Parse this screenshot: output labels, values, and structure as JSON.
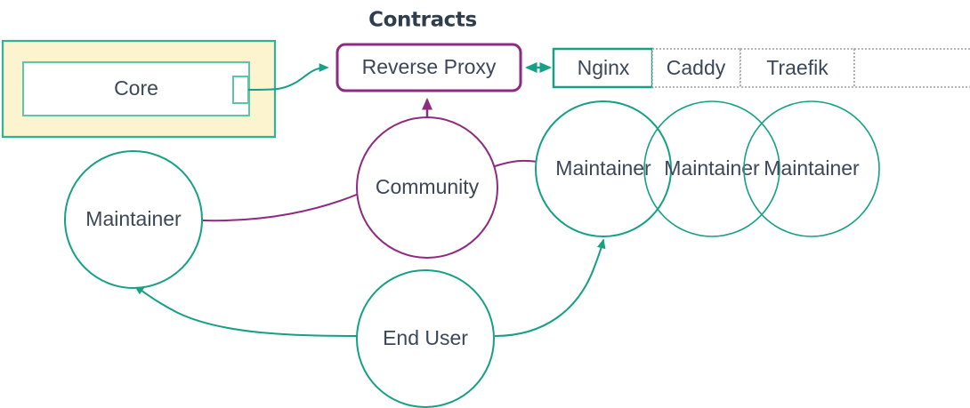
{
  "diagram": {
    "title": "Contracts",
    "colors": {
      "teal": "#16a085",
      "teal_light": "#2fb397",
      "purple": "#8e2b80",
      "text": "#3c4858",
      "yellow_fill": "#fcf3cf",
      "dotted_gray": "#9aa0a6",
      "background": "#ffffff"
    },
    "package": {
      "label": "Core",
      "port_name": "core-port"
    },
    "boxes": [
      {
        "id": "reverse-proxy",
        "label": "Reverse Proxy",
        "style": "rounded-purple"
      }
    ],
    "table": {
      "name": "implementations-table",
      "cells": [
        {
          "label": "Nginx",
          "border": "solid-teal"
        },
        {
          "label": "Caddy",
          "border": "dotted-gray"
        },
        {
          "label": "Traefik",
          "border": "dotted-gray"
        },
        {
          "label": "",
          "border": "dotted-gray"
        }
      ]
    },
    "circles": [
      {
        "id": "maintainer-left",
        "label": "Maintainer",
        "color": "teal"
      },
      {
        "id": "community",
        "label": "Community",
        "color": "purple"
      },
      {
        "id": "maintainer-r1",
        "label": "Maintainer",
        "color": "teal"
      },
      {
        "id": "maintainer-r2",
        "label": "Maintainer",
        "color": "teal"
      },
      {
        "id": "maintainer-r3",
        "label": "Maintainer",
        "color": "teal"
      },
      {
        "id": "end-user",
        "label": "End User",
        "color": "teal"
      }
    ],
    "edges": [
      {
        "from": "core-port",
        "to": "reverse-proxy",
        "color": "teal",
        "arrow": "end"
      },
      {
        "from": "reverse-proxy",
        "to": "nginx-cell",
        "color": "teal",
        "arrow": "both"
      },
      {
        "from": "community",
        "to": "reverse-proxy",
        "color": "purple",
        "arrow": "end"
      },
      {
        "from": "community",
        "to": "maintainer-left",
        "color": "purple",
        "arrow": "none"
      },
      {
        "from": "community",
        "to": "maintainer-r1",
        "color": "purple",
        "arrow": "none"
      },
      {
        "from": "end-user",
        "to": "maintainer-left",
        "color": "teal",
        "arrow": "end"
      },
      {
        "from": "end-user",
        "to": "maintainer-r1",
        "color": "teal",
        "arrow": "end"
      }
    ]
  }
}
